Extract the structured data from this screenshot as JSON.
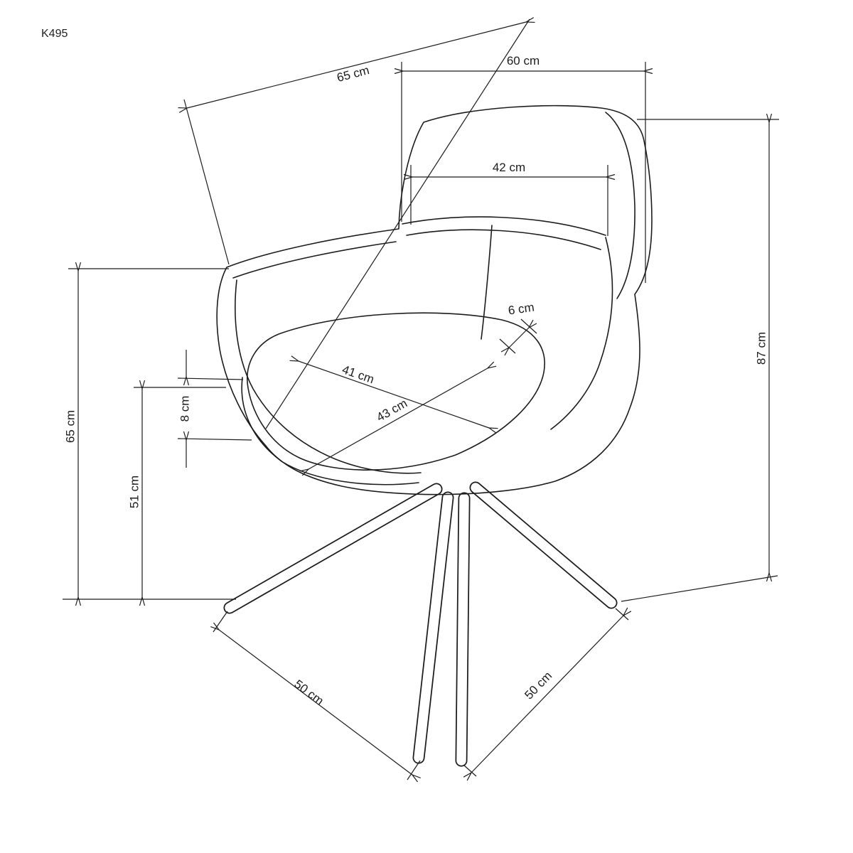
{
  "page": {
    "title": "K495"
  },
  "colors": {
    "background": "#ffffff",
    "line": "#1c1c1c"
  },
  "dimensions": {
    "total_depth": "65 cm",
    "total_width": "60 cm",
    "backrest_width": "42 cm",
    "shell_gap": "6 cm",
    "seat_width": "41 cm",
    "seat_depth": "43 cm",
    "cushion_thickness": "8 cm",
    "total_height": "87 cm",
    "armrest_height": "65 cm",
    "seat_height": "51 cm",
    "base_depth": "50 cm",
    "base_width": "50 cm"
  }
}
